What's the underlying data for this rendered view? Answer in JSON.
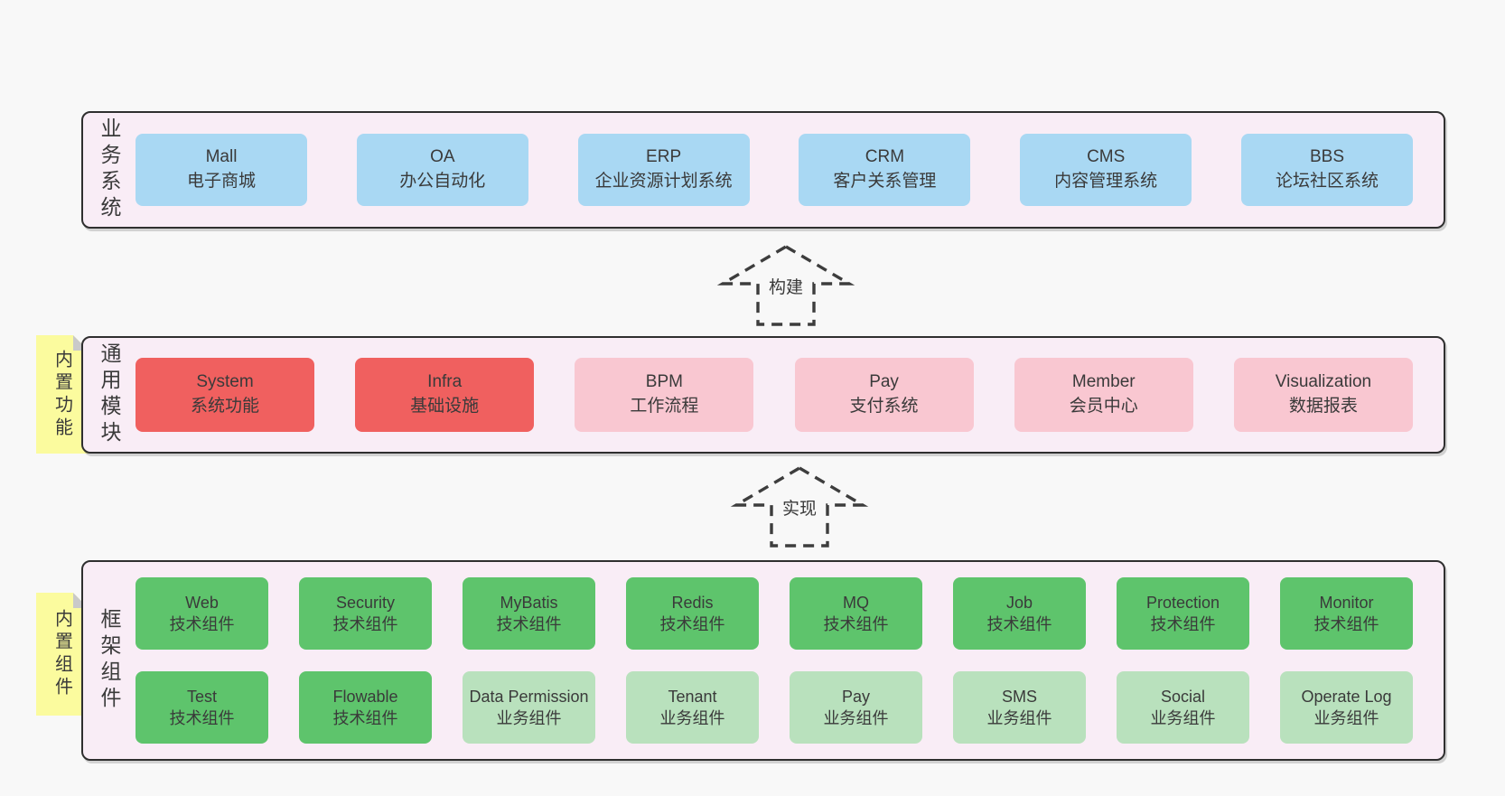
{
  "colors": {
    "page_bg": "#f8f8f8",
    "band_fill": "#f9edf6",
    "band_border": "#2f2f2f",
    "text": "#3a3a3a",
    "arrow": "#3d3d3d",
    "sticky_yellow": "#fbfb9e",
    "sticky_fold": "#c9c9c9",
    "blue": "#a9d8f3",
    "red": "#f0605f",
    "pink": "#f9c7d1",
    "green": "#5ec46c",
    "green_light": "#b9e1bd"
  },
  "arrows": [
    {
      "label": "构建"
    },
    {
      "label": "实现"
    }
  ],
  "bands": [
    {
      "label": "业务系统",
      "sticky": null,
      "rows": [
        [
          {
            "name": "Mall",
            "desc": "电子商城",
            "color": "blue"
          },
          {
            "name": "OA",
            "desc": "办公自动化",
            "color": "blue"
          },
          {
            "name": "ERP",
            "desc": "企业资源计划系统",
            "color": "blue"
          },
          {
            "name": "CRM",
            "desc": "客户关系管理",
            "color": "blue"
          },
          {
            "name": "CMS",
            "desc": "内容管理系统",
            "color": "blue"
          },
          {
            "name": "BBS",
            "desc": "论坛社区系统",
            "color": "blue"
          }
        ]
      ]
    },
    {
      "label": "通用模块",
      "sticky": "内置功能",
      "rows": [
        [
          {
            "name": "System",
            "desc": "系统功能",
            "color": "red"
          },
          {
            "name": "Infra",
            "desc": "基础设施",
            "color": "red"
          },
          {
            "name": "BPM",
            "desc": "工作流程",
            "color": "pink"
          },
          {
            "name": "Pay",
            "desc": "支付系统",
            "color": "pink"
          },
          {
            "name": "Member",
            "desc": "会员中心",
            "color": "pink"
          },
          {
            "name": "Visualization",
            "desc": "数据报表",
            "color": "pink"
          }
        ]
      ]
    },
    {
      "label": "框架组件",
      "sticky": "内置组件",
      "rows": [
        [
          {
            "name": "Web",
            "desc": "技术组件",
            "color": "green"
          },
          {
            "name": "Security",
            "desc": "技术组件",
            "color": "green"
          },
          {
            "name": "MyBatis",
            "desc": "技术组件",
            "color": "green"
          },
          {
            "name": "Redis",
            "desc": "技术组件",
            "color": "green"
          },
          {
            "name": "MQ",
            "desc": "技术组件",
            "color": "green"
          },
          {
            "name": "Job",
            "desc": "技术组件",
            "color": "green"
          },
          {
            "name": "Protection",
            "desc": "技术组件",
            "color": "green"
          },
          {
            "name": "Monitor",
            "desc": "技术组件",
            "color": "green"
          }
        ],
        [
          {
            "name": "Test",
            "desc": "技术组件",
            "color": "green"
          },
          {
            "name": "Flowable",
            "desc": "技术组件",
            "color": "green"
          },
          {
            "name": "Data Permission",
            "desc": "业务组件",
            "color": "green_light"
          },
          {
            "name": "Tenant",
            "desc": "业务组件",
            "color": "green_light"
          },
          {
            "name": "Pay",
            "desc": "业务组件",
            "color": "green_light"
          },
          {
            "name": "SMS",
            "desc": "业务组件",
            "color": "green_light"
          },
          {
            "name": "Social",
            "desc": "业务组件",
            "color": "green_light"
          },
          {
            "name": "Operate Log",
            "desc": "业务组件",
            "color": "green_light"
          }
        ]
      ]
    }
  ]
}
